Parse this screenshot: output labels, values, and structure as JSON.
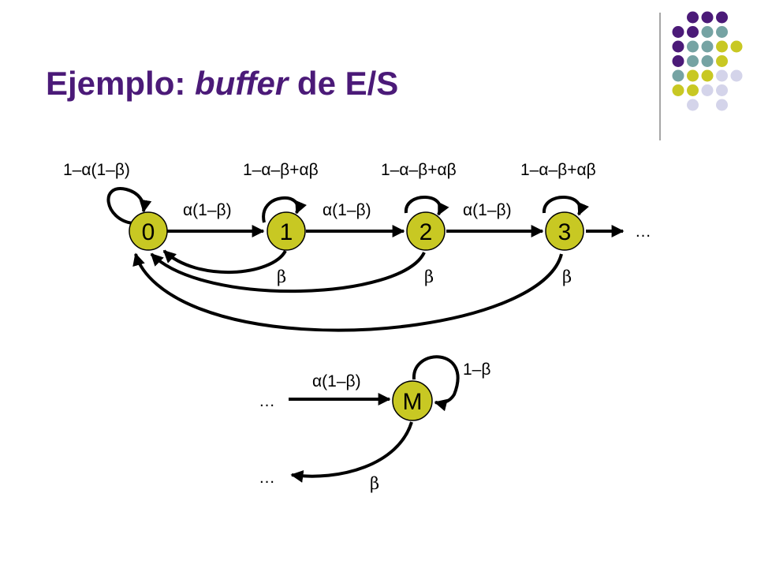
{
  "slide": {
    "title_prefix": "Ejemplo: ",
    "title_emph": "buffer",
    "title_suffix": " de E/S"
  },
  "colors": {
    "title": "#4b1a78",
    "node_fill": "#c8c823",
    "dot_purple": "#4b1a78",
    "dot_teal": "#75a3a3",
    "dot_yellow": "#c8c823",
    "dot_lavender": "#d4d4ea"
  },
  "diagram": {
    "nodes": [
      {
        "id": "0",
        "label": "0"
      },
      {
        "id": "1",
        "label": "1"
      },
      {
        "id": "2",
        "label": "2"
      },
      {
        "id": "3",
        "label": "3"
      },
      {
        "id": "M",
        "label": "M"
      }
    ],
    "edges": [
      {
        "id": "self0",
        "label": "1–α(1–β)"
      },
      {
        "id": "self1",
        "label": "1–α–β+αβ"
      },
      {
        "id": "self2",
        "label": "1–α–β+αβ"
      },
      {
        "id": "self3",
        "label": "1–α–β+αβ"
      },
      {
        "id": "e01",
        "label": "α(1–β)"
      },
      {
        "id": "e12",
        "label": "α(1–β)"
      },
      {
        "id": "e23",
        "label": "α(1–β)"
      },
      {
        "id": "b10",
        "label": "β"
      },
      {
        "id": "b20",
        "label": "β"
      },
      {
        "id": "b30",
        "label": "β"
      },
      {
        "id": "eM_in",
        "label": "α(1–β)"
      },
      {
        "id": "selfM",
        "label": "1–β"
      },
      {
        "id": "bM_out",
        "label": "β"
      }
    ],
    "ellipsis": "…"
  }
}
